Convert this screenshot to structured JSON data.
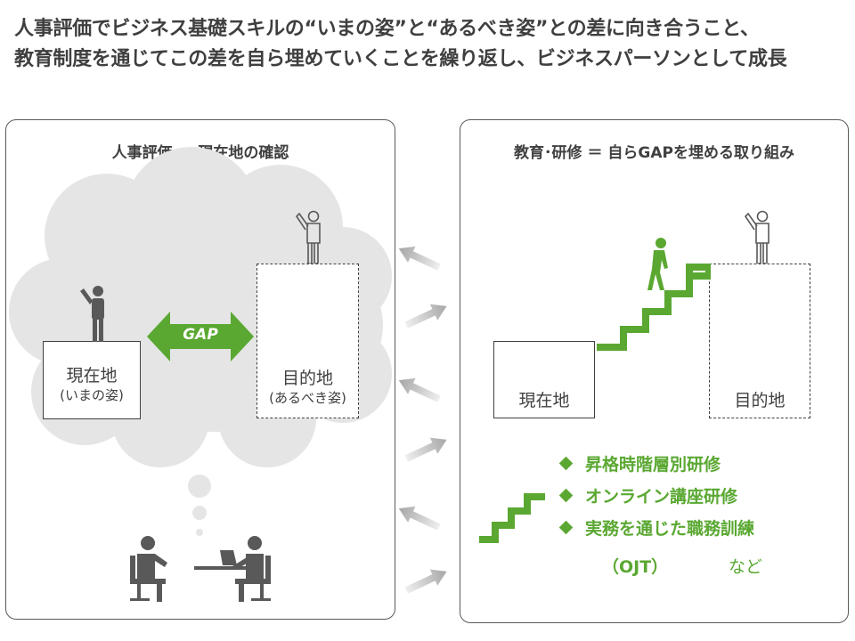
{
  "headline": {
    "line1": "人事評価でビジネス基礎スキルの“いまの姿”と“あるべき姿”との差に向き合うこと、",
    "line2": "教育制度を通じてこの差を自ら埋めていくことを繰り返し、ビジネスパーソンとして成長"
  },
  "left_panel": {
    "title": "人事評価 ＝ 現在地の確認",
    "current": {
      "label": "現在地",
      "sub": "(いまの姿)"
    },
    "target": {
      "label": "目的地",
      "sub": "(あるべき姿)"
    },
    "gap_label": "GAP"
  },
  "right_panel": {
    "title": "教育･研修 ＝ 自らGAPを埋める取り組み",
    "current": {
      "label": "現在地"
    },
    "target": {
      "label": "目的地"
    },
    "programs": [
      "昇格時階層別研修",
      "オンライン講座研修",
      "実務を通じた職務訓練"
    ],
    "ojt": "（OJT）",
    "etc": "など"
  },
  "colors": {
    "accent_green": "#5aa832",
    "cloud_gray": "#e5e5e5",
    "figure_gray": "#595959",
    "arrow_gray": "#c8c8c8",
    "border": "#595959"
  },
  "icons": [
    "person-pointing-icon",
    "person-outline-icon",
    "person-climbing-icon",
    "meeting-icon",
    "stairs-icon",
    "double-arrow-icon",
    "cycle-arrow-icon"
  ]
}
